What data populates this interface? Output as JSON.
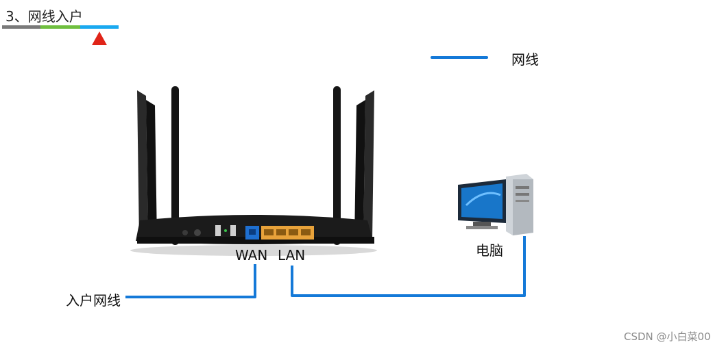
{
  "header": {
    "title": "3、网线入户"
  },
  "legend": {
    "label": "网线",
    "color": "#1479d8"
  },
  "labels": {
    "wan": "WAN",
    "lan": "LAN",
    "computer": "电脑",
    "incoming": "入户网线"
  },
  "watermark": "CSDN @小白菜00",
  "colors": {
    "cable": "#1479d8",
    "marker": "#e02418",
    "wan_port": "#1e6fd0",
    "lan_ports": "#e8a23a"
  }
}
